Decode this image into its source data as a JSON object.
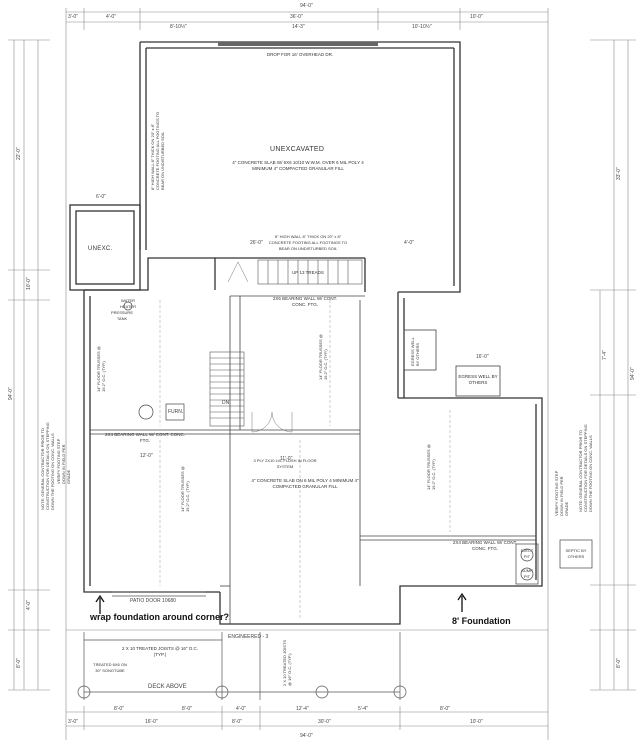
{
  "dimensions": {
    "overall_top": "94'-0\"",
    "top_segments": [
      "3'-0\"",
      "4'-0\"",
      "36'-0\"",
      "10'-0\""
    ],
    "top_sub": [
      "8'-10½\"",
      "14'-3\"",
      "10'-10½\""
    ],
    "overall_bottom": "94'-0\"",
    "bottom_segments": [
      "3'-0\"",
      "16'-0\"",
      "8'-0\"",
      "30'-0\"",
      "10'-0\""
    ],
    "bottom_sub": [
      "8'-0\"",
      "8'-0\"",
      "4'-0\"",
      "12'-4\"",
      "5'-4\"",
      "8'-0\""
    ],
    "left_overall": "94'-0\"",
    "left_segments": [
      "22'-0\"",
      "10'-0\"",
      "4'-0\"",
      "8'-0\""
    ],
    "right_overall": "94'-0\"",
    "right_segments": [
      "33'-0\"",
      "7'-4\"",
      "8'-0\""
    ],
    "misc": [
      "6'-0\"",
      "26'-0\"",
      "4'-0\"",
      "12'-0\"",
      "16'-0\"",
      "11'-0\""
    ]
  },
  "rooms": {
    "unexcavated_main": "UNEXCAVATED",
    "unexcavated_small": "UNEXC.",
    "deck": "DECK ABOVE"
  },
  "notes": {
    "garage_door": "DROP FOR 16' OVERHEAD DR.",
    "slab_top": "4\" CONCRETE SLAB W/ 6X6 10/10 W.W.M. OVER 6 MIL POLY 4 MINIMUM 4\" COMPACTED GRANULAR FILL",
    "slab_main": "4\" CONCRETE SLAB ON 6 MIL POLY 4 MINIMUM 4\" COMPACTED GRANULAR FILL",
    "wall_note_1": "8\" HIGH WALL 8\" THICK ON 20\" x 8\" CONCRETE FOOTING ALL FOOTINGS TO BEAR ON UNDISTURBED SOIL",
    "bearing_wall_top": "2X6 BEARING WALL W/ CONT. CONC. FTG.",
    "bearing_wall_mid": "2X4 BEARING WALL W/ CONT. CONC. FTG.",
    "bearing_wall_right": "2X4 BEARING WALL W/ CONT. CONC. FTG.",
    "floor_trusses_1": "14\" FLOOR TRUSSES @ 19.2\" O.C. (TYP.)",
    "floor_trusses_2": "14\" FLOOR TRUSSES @ 19.2\" O.C. (TYP.)",
    "floor_trusses_3": "14\" FLOOR TRUSSES @ 19.2\" O.C. (TYP.)",
    "floor_trusses_4": "14\" FLOOR TRUSSES @ 19.2\" O.C. (TYP.)",
    "stair_up": "UP 13 TREADS",
    "stair_dn": "DN",
    "pressure_tank": "PRESSURE TANK",
    "water_heater": "WATER HEATER",
    "furnace": "FURN.",
    "egress_well": "EGRESS WELL BY OTHERS",
    "egress_well_2": "EGRESS WELL BY OTHERS",
    "patio_door": "PATIO DOOR 10680",
    "eject_pit": "EJECT PIT",
    "sump_pit": "SUMP PIT",
    "septic": "SEPTIC BY OTHERS",
    "joists": "2 X 10 TREATED JOISTS @ 16\" O.C. (TYP.)",
    "joists_2": "2 X 10 TREATED JOISTS @ 16\" O.C. (TYP.)",
    "beam": "ENGINEERED - 3",
    "flush_beam": "3 PLY 2X10 LVL FLUSH IN FLOOR SYSTEM",
    "gc_note_left": "NOTE: GENERAL CONTRACTOR PRIOR TO CONSTRUCTION FOR DETAILS ON STEPPING DOWN THE FOOTING ON CONC. WALLS",
    "gc_note_right": "NOTE: GENERAL CONTRACTOR PRIOR TO CONSTRUCTION FOR DETAILS ON STEPPING DOWN THE FOOTING ON CONC. WALLS",
    "verify_left": "VERIFY FOOTING STEP DOWN IN FIELD PER GRADE",
    "verify_right": "VERIFY FOOTING STEP DOWN IN FIELD PER GRADE",
    "treated_post": "TREATED 6X6 ON 30\" SONOTUBE"
  },
  "callouts": {
    "wrap": "wrap foundation around corner?",
    "foundation": "8' Foundation"
  }
}
